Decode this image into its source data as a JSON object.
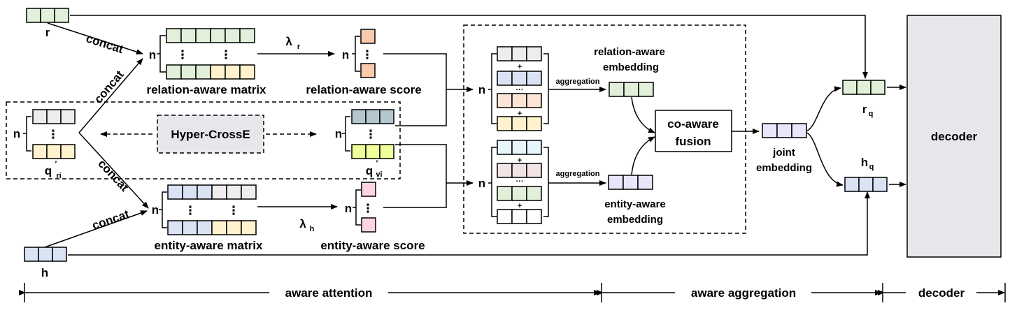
{
  "labels": {
    "r": "r",
    "h": "h",
    "concat_r": "concat",
    "concat_qr_up": "concat",
    "concat_qr_down": "concat",
    "concat_h": "concat",
    "n": "n",
    "ellipsis": "⋮",
    "ellipsis_h": "···",
    "plus": "+",
    "relation_matrix": "relation-aware matrix",
    "entity_matrix": "entity-aware matrix",
    "lambda_r": "λ",
    "lambda_r_sub": "r",
    "lambda_h": "λ",
    "lambda_h_sub": "h",
    "relation_score": "relation-aware score",
    "entity_score": "entity-aware score",
    "q_ri": "q",
    "q_ri_prime": "′",
    "q_ri_sub": "ri",
    "q_vi": "q",
    "q_vi_prime": "′",
    "q_vi_sub": "vi",
    "hyper_crosse": "Hyper-CrossE",
    "aggregation_top": "aggregation",
    "aggregation_bottom": "aggregation",
    "relation_embedding_1": "relation-aware",
    "relation_embedding_2": "embedding",
    "entity_embedding_1": "entity-aware",
    "entity_embedding_2": "embedding",
    "co_aware_1": "co-aware",
    "co_aware_2": "fusion",
    "joint_1": "joint",
    "joint_2": "embedding",
    "r_q": "r",
    "r_q_sub": "q",
    "h_q": "h",
    "h_q_sub": "q",
    "decoder_box": "decoder",
    "stage_attention": "aware attention",
    "stage_aggregation": "aware aggregation",
    "stage_decoder": "decoder"
  },
  "colors": {
    "green": "#e2efda",
    "blue": "#dae3f3",
    "gray": "#ededed",
    "yellow": "#fff2cc",
    "orange": "#f8cbad",
    "pink": "#ffd6e0",
    "teal": "#b4c7cf",
    "lime": "#f0ff99",
    "cyan": "#e6f6fa",
    "rose": "#f2e4e4",
    "peach": "#fbe5d6",
    "lavender": "#e9e6fb",
    "brightgreen": "#e2f0d9",
    "hyper_fill": "#e7e6ea",
    "decoder_fill": "#e7e6ea"
  }
}
